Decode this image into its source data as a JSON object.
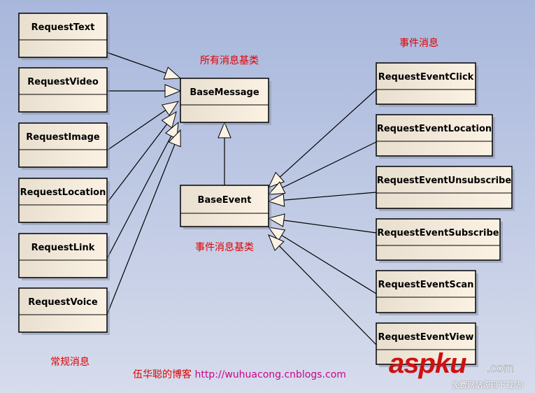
{
  "classes": {
    "request_text": "RequestText",
    "request_video": "RequestVideo",
    "request_image": "RequestImage",
    "request_location": "RequestLocation",
    "request_link": "RequestLink",
    "request_voice": "RequestVoice",
    "base_message": "BaseMessage",
    "base_event": "BaseEvent",
    "event_click": "RequestEventClick",
    "event_location": "RequestEventLocation",
    "event_unsubscribe": "RequestEventUnsubscribe",
    "event_subscribe": "RequestEventSubscribe",
    "event_scan": "RequestEventScan",
    "event_view": "RequestEventView"
  },
  "notes": {
    "all_base": "所有消息基类",
    "event_messages": "事件消息",
    "event_base": "事件消息基类",
    "regular_messages": "常规消息",
    "footer_author": "伍华聪的博客",
    "footer_url": "http://wuhuacong.cnblogs.com"
  },
  "watermark": {
    "brand": "aspku",
    "domain": ".com",
    "slogan": "免费网站源码下载站!"
  },
  "colors": {
    "box_fill_start": "#e8dfcf",
    "box_fill_end": "#fbf2e4",
    "note": "#e00000"
  }
}
